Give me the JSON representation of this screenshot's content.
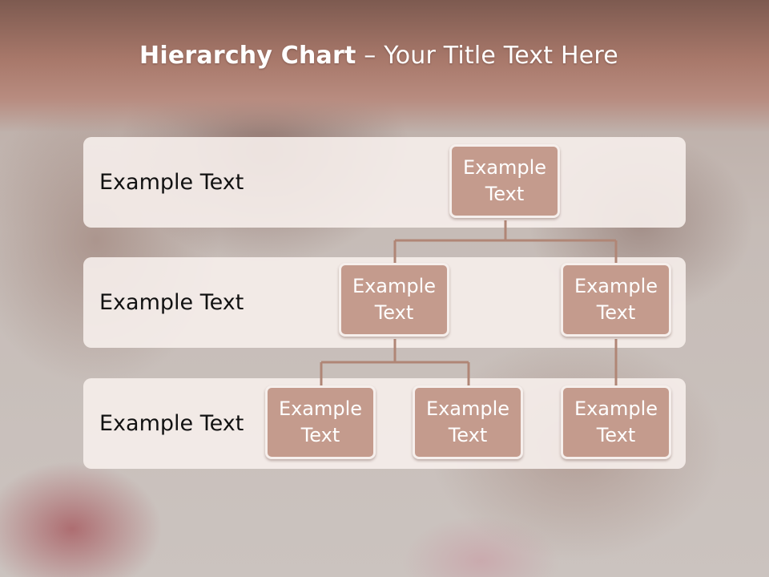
{
  "title": {
    "bold": "Hierarchy Chart",
    "rest": " – Your Title Text Here"
  },
  "rows": [
    {
      "label": "Example Text"
    },
    {
      "label": "Example Text"
    },
    {
      "label": "Example Text"
    }
  ],
  "nodes": {
    "root": {
      "label": "Example Text"
    },
    "level2_left": {
      "label": "Example Text"
    },
    "level2_right": {
      "label": "Example Text"
    },
    "level3_a": {
      "label": "Example Text"
    },
    "level3_b": {
      "label": "Example Text"
    },
    "level3_c": {
      "label": "Example Text"
    }
  },
  "colors": {
    "header": "#a8786a",
    "node_fill": "#c49b8d",
    "connector": "#b08676",
    "row_band": "#f6eeeb"
  }
}
